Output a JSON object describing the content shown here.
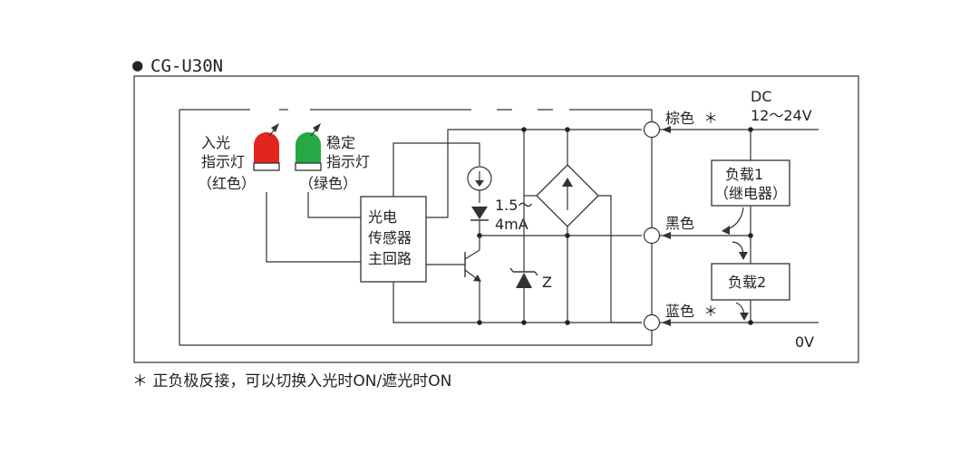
{
  "title": "CG-U30N",
  "title_bullet": "●",
  "leds": {
    "red": {
      "line1": "入光",
      "line2": "指示灯",
      "line3": "（红色）",
      "color": "#e3261d"
    },
    "green": {
      "line1": "稳定",
      "line2": "指示灯",
      "line3": "（绿色）",
      "color": "#26a847"
    }
  },
  "sensor_circuit": {
    "line1": "光电",
    "line2": "传感器",
    "line3": "主回路"
  },
  "current_label": {
    "line1": "1.5～",
    "line2": "4mA"
  },
  "zener_label": "Z",
  "wires": {
    "brown": "棕色",
    "black": "黑色",
    "blue": "蓝色",
    "asterisk": "＊"
  },
  "supply": {
    "line1": "DC",
    "line2": "12～24V",
    "zero": "0V"
  },
  "load1": {
    "line1": "负载1",
    "line2": "（继电器）"
  },
  "load2": {
    "line1": "负载2"
  },
  "footnote": "＊ 正负极反接，可以切换入光时ON/遮光时ON"
}
